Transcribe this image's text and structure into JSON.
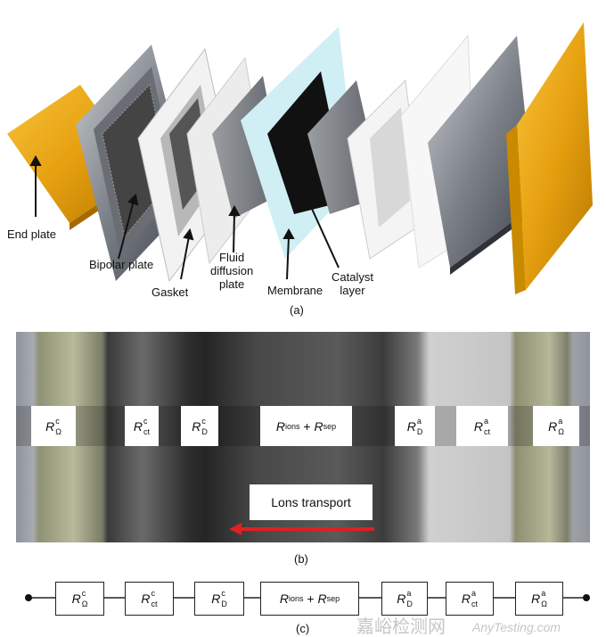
{
  "panel_a": {
    "caption": "(a)",
    "labels": {
      "end_plate": "End plate",
      "bipolar_plate": "Bipolar plate",
      "gasket": "Gasket",
      "fluid_diffusion_plate": [
        "Fluid",
        "diffusion",
        "plate"
      ],
      "membrane": "Membrane",
      "catalyst_layer": [
        "Catalyst",
        "layer"
      ]
    }
  },
  "panel_b": {
    "caption": "(b)",
    "resistors": [
      {
        "R": "R",
        "sup": "c",
        "sub": "Ω"
      },
      {
        "R": "R",
        "sup": "c",
        "sub": "ct"
      },
      {
        "R": "R",
        "sup": "c",
        "sub": "D"
      },
      {
        "R": "R",
        "sub": "ions",
        "plus": "+",
        "R2": "R",
        "sub2": "sep"
      },
      {
        "R": "R",
        "sup": "a",
        "sub": "D"
      },
      {
        "R": "R",
        "sup": "a",
        "sub": "ct"
      },
      {
        "R": "R",
        "sup": "a",
        "sub": "Ω"
      }
    ],
    "transport_label": "Lons transport",
    "arrow_color": "#e02020"
  },
  "panel_c": {
    "caption": "(c)",
    "resistors": [
      {
        "R": "R",
        "sup": "c",
        "sub": "Ω"
      },
      {
        "R": "R",
        "sup": "c",
        "sub": "ct"
      },
      {
        "R": "R",
        "sup": "c",
        "sub": "D"
      },
      {
        "R": "R",
        "sub": "ions",
        "plus": "+",
        "R2": "R",
        "sub2": "sep"
      },
      {
        "R": "R",
        "sup": "a",
        "sub": "D"
      },
      {
        "R": "R",
        "sup": "a",
        "sub": "ct"
      },
      {
        "R": "R",
        "sup": "a",
        "sub": "Ω"
      }
    ]
  },
  "watermark": {
    "cn": "嘉峪检测网",
    "en": "AnyTesting.com"
  }
}
